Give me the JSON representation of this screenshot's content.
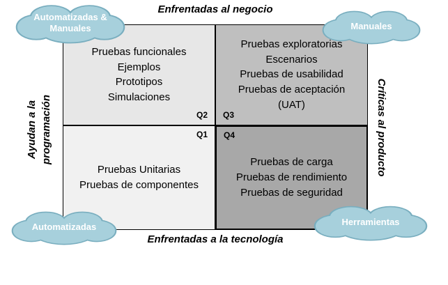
{
  "axes": {
    "top": "Enfrentadas al negocio",
    "bottom": "Enfrentadas a la tecnología",
    "left": "Ayudan a la programación",
    "right": "Críticas al producto"
  },
  "clouds": {
    "top_left": "Automatizadas & Manuales",
    "top_right": "Manuales",
    "bottom_left": "Automatizadas",
    "bottom_right": "Herramientas"
  },
  "quadrants": {
    "q2": {
      "label": "Q2",
      "lines": [
        "Pruebas funcionales",
        "Ejemplos",
        "Prototipos",
        "Simulaciones"
      ]
    },
    "q3": {
      "label": "Q3",
      "lines": [
        "Pruebas exploratorias",
        "Escenarios",
        "Pruebas de usabilidad",
        "Pruebas de aceptación",
        "(UAT)"
      ]
    },
    "q1": {
      "label": "Q1",
      "lines": [
        "Pruebas Unitarias",
        "Pruebas de componentes"
      ]
    },
    "q4": {
      "label": "Q4",
      "lines": [
        "Pruebas de carga",
        "Pruebas de rendimiento",
        "Pruebas de seguridad"
      ]
    }
  },
  "colors": {
    "q2_fill": "#e7e7e7",
    "q3_fill": "#bfbfbf",
    "q1_fill": "#f1f1f1",
    "q4_fill": "#a8a8a8",
    "cloud_fill": "#a7d0dc",
    "cloud_stroke": "#79aebf",
    "border": "#000000"
  }
}
